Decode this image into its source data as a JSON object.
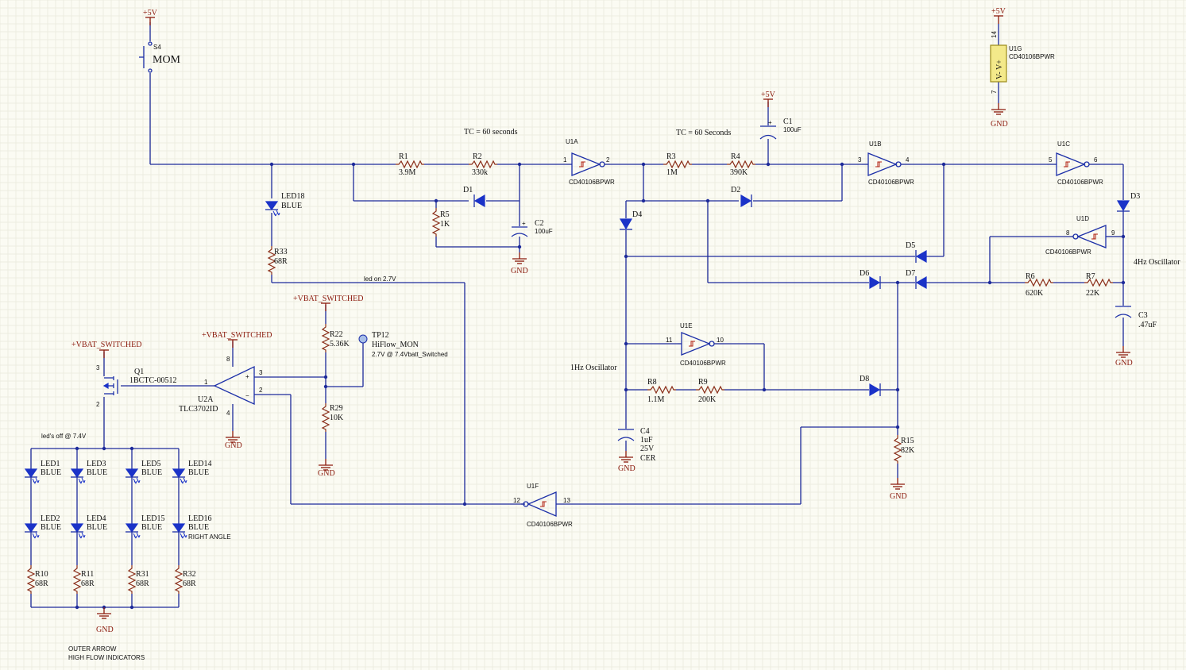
{
  "power": {
    "p5v": "+5V",
    "vbat": "+VBAT_SWITCHED",
    "gnd": "GND"
  },
  "switch": {
    "ref": "S4",
    "value": "MOM"
  },
  "resistors": {
    "r1": {
      "ref": "R1",
      "value": "3.9M"
    },
    "r2": {
      "ref": "R2",
      "value": "330k"
    },
    "r3": {
      "ref": "R3",
      "value": "1M"
    },
    "r4": {
      "ref": "R4",
      "value": "390K"
    },
    "r5": {
      "ref": "R5",
      "value": "1K"
    },
    "r6": {
      "ref": "R6",
      "value": "620K"
    },
    "r7": {
      "ref": "R7",
      "value": "22K"
    },
    "r8": {
      "ref": "R8",
      "value": "1.1M"
    },
    "r9": {
      "ref": "R9",
      "value": "200K"
    },
    "r10": {
      "ref": "R10",
      "value": "68R"
    },
    "r11": {
      "ref": "R11",
      "value": "68R"
    },
    "r15": {
      "ref": "R15",
      "value": "82K"
    },
    "r22": {
      "ref": "R22",
      "value": "5.36K"
    },
    "r29": {
      "ref": "R29",
      "value": "10K"
    },
    "r31": {
      "ref": "R31",
      "value": "68R"
    },
    "r32": {
      "ref": "R32",
      "value": "68R"
    },
    "r33": {
      "ref": "R33",
      "value": "68R"
    }
  },
  "capacitors": {
    "c1": {
      "ref": "C1",
      "value": "100uF"
    },
    "c2": {
      "ref": "C2",
      "value": "100uF"
    },
    "c3": {
      "ref": "C3",
      "value": ".47uF"
    },
    "c4": {
      "ref": "C4",
      "value": "1uF",
      "v": "25V",
      "type": "CER"
    }
  },
  "diodes": {
    "d1": "D1",
    "d2": "D2",
    "d3": "D3",
    "d4": "D4",
    "d5": "D5",
    "d6": "D6",
    "d7": "D7",
    "d8": "D8"
  },
  "leds": {
    "led1": "LED1",
    "led2": "LED2",
    "led3": "LED3",
    "led4": "LED4",
    "led5": "LED5",
    "led14": "LED14",
    "led15": "LED15",
    "led16": "LED16",
    "led18": "LED18",
    "blue": "BLUE",
    "right_angle": "RIGHT ANGLE"
  },
  "gates": {
    "part": "CD40106BPWR",
    "u1a": "U1A",
    "u1b": "U1B",
    "u1c": "U1C",
    "u1d": "U1D",
    "u1e": "U1E",
    "u1f": "U1F",
    "u1g": "U1G",
    "u1g_pins": "V- V+"
  },
  "opamp": {
    "ref": "U2A",
    "part": "TLC3702ID"
  },
  "fet": {
    "ref": "Q1",
    "part": "1BCTC-00512"
  },
  "testpoint": {
    "ref": "TP12",
    "name": "HiFlow_MON",
    "note": "2.7V @ 7.4Vbatt_Switched"
  },
  "notes": {
    "tc1": "TC = 60 seconds",
    "tc2": "TC = 60 Seconds",
    "osc1": "1Hz Oscillator",
    "osc4": "4Hz Oscillator",
    "led_on": "led on 2.7V",
    "leds_off": "led's off @ 7.4V",
    "outer1": "OUTER ARROW",
    "outer2": "HIGH FLOW INDICATORS"
  }
}
